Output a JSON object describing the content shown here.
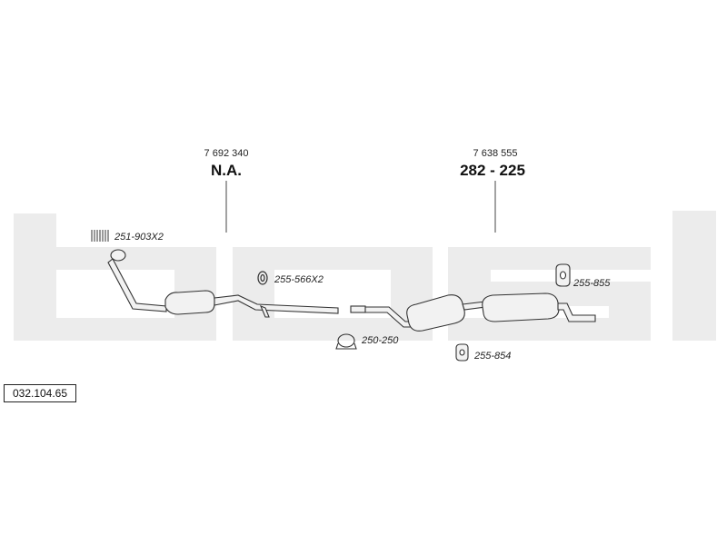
{
  "diagram_code": "032.104.65",
  "watermark_text": "bosal",
  "callouts": [
    {
      "ref": "7 692 340",
      "part": "N.A."
    },
    {
      "ref": "7 638 555",
      "part": "282 - 225"
    }
  ],
  "labels": {
    "spring": "251-903X2",
    "hanger_ring": "255-566X2",
    "clamp": "250-250",
    "rubber_mount_rear": "255-855",
    "rubber_mount_mid": "255-854"
  },
  "colors": {
    "watermark": "#ececec",
    "part_fill": "#f2f2f2",
    "part_stroke": "#333333"
  }
}
